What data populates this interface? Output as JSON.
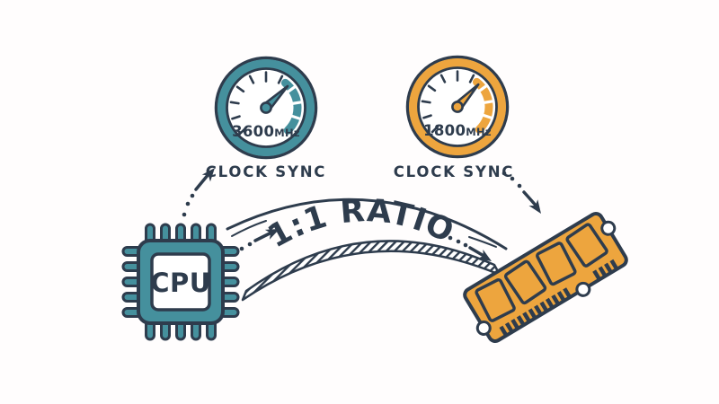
{
  "palette": {
    "ink": "#2e3c4d",
    "teal": "#45909d",
    "orange": "#eda53e",
    "background": "#fffdfd"
  },
  "gauges": [
    {
      "value": "3600",
      "unit": "MHz",
      "label": "CLOCK SYNC",
      "color": "#45909d"
    },
    {
      "value": "1800",
      "unit": "MHz",
      "label": "CLOCK SYNC",
      "color": "#eda53e"
    }
  ],
  "cpu": {
    "label": "CPU"
  },
  "ratio": {
    "label": "1:1 RATIO"
  }
}
